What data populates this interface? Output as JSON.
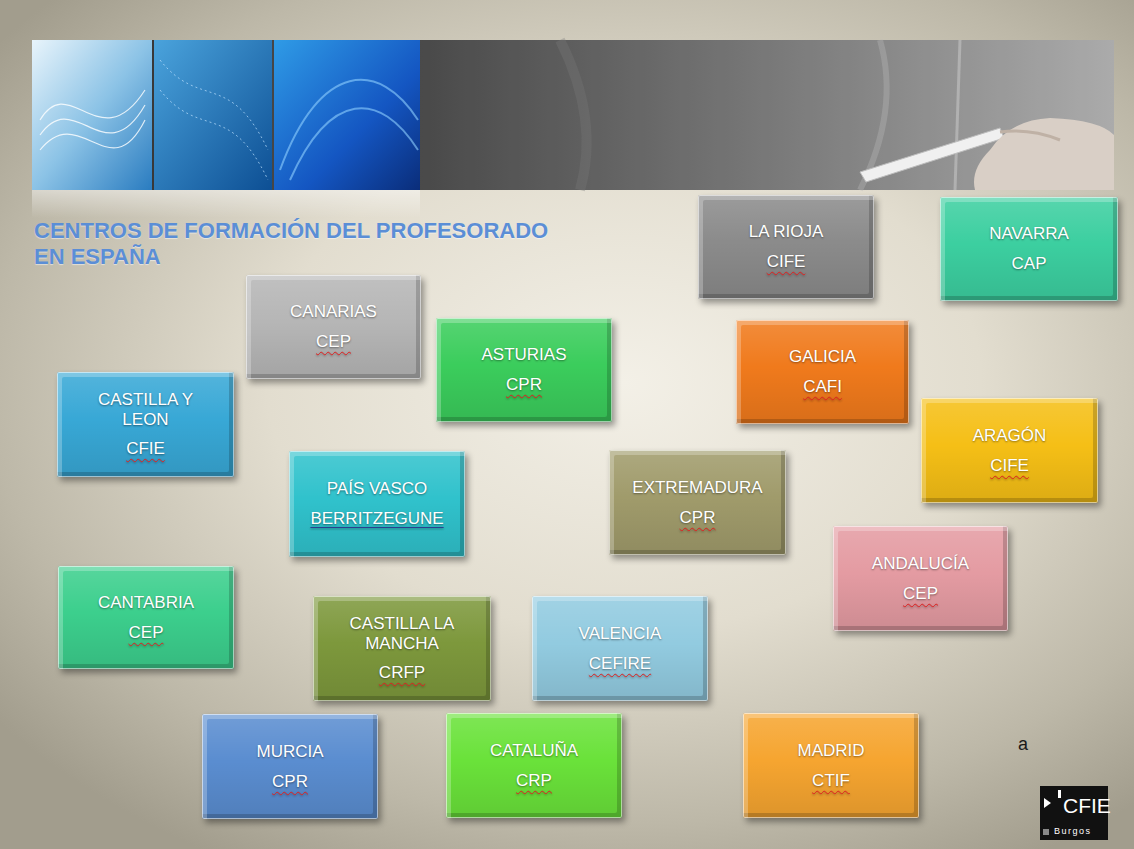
{
  "diagram": {
    "title": "CENTROS DE FORMACIÓN DEL PROFESORADO EN ESPAÑA",
    "nodes": [
      {
        "text": [
          "LA RIOJA",
          "CIFE"
        ]
      },
      {
        "text": [
          "NAVARRA",
          "CAP"
        ]
      },
      {
        "text": [
          "CANARIAS",
          "CEP"
        ]
      },
      {
        "text": [
          "ASTURIAS",
          "CPR"
        ]
      },
      {
        "text": [
          "GALICIA",
          "CAFI"
        ]
      },
      {
        "text": [
          "CASTILLA Y LEON",
          "CFIE"
        ]
      },
      {
        "text": [
          "ARAGÓN",
          "CIFE"
        ]
      },
      {
        "text": [
          "PAÍS VASCO",
          "BERRITZEGUNE"
        ]
      },
      {
        "text": [
          "EXTREMADURA",
          "CPR"
        ]
      },
      {
        "text": [
          "ANDALUCÍA",
          "CEP"
        ]
      },
      {
        "text": [
          "CANTABRIA",
          "CEP"
        ]
      },
      {
        "text": [
          "CASTILLA LA MANCHA",
          "CRFP"
        ]
      },
      {
        "text": [
          "VALENCIA",
          "CEFIRE"
        ]
      },
      {
        "text": [
          "MURCIA",
          "CPR"
        ]
      },
      {
        "text": [
          "CATALUÑA",
          "CRP"
        ]
      },
      {
        "text": [
          "MADRID",
          "CTIF"
        ]
      }
    ],
    "labels": [
      "a",
      "CFIE",
      "Burgos"
    ]
  }
}
